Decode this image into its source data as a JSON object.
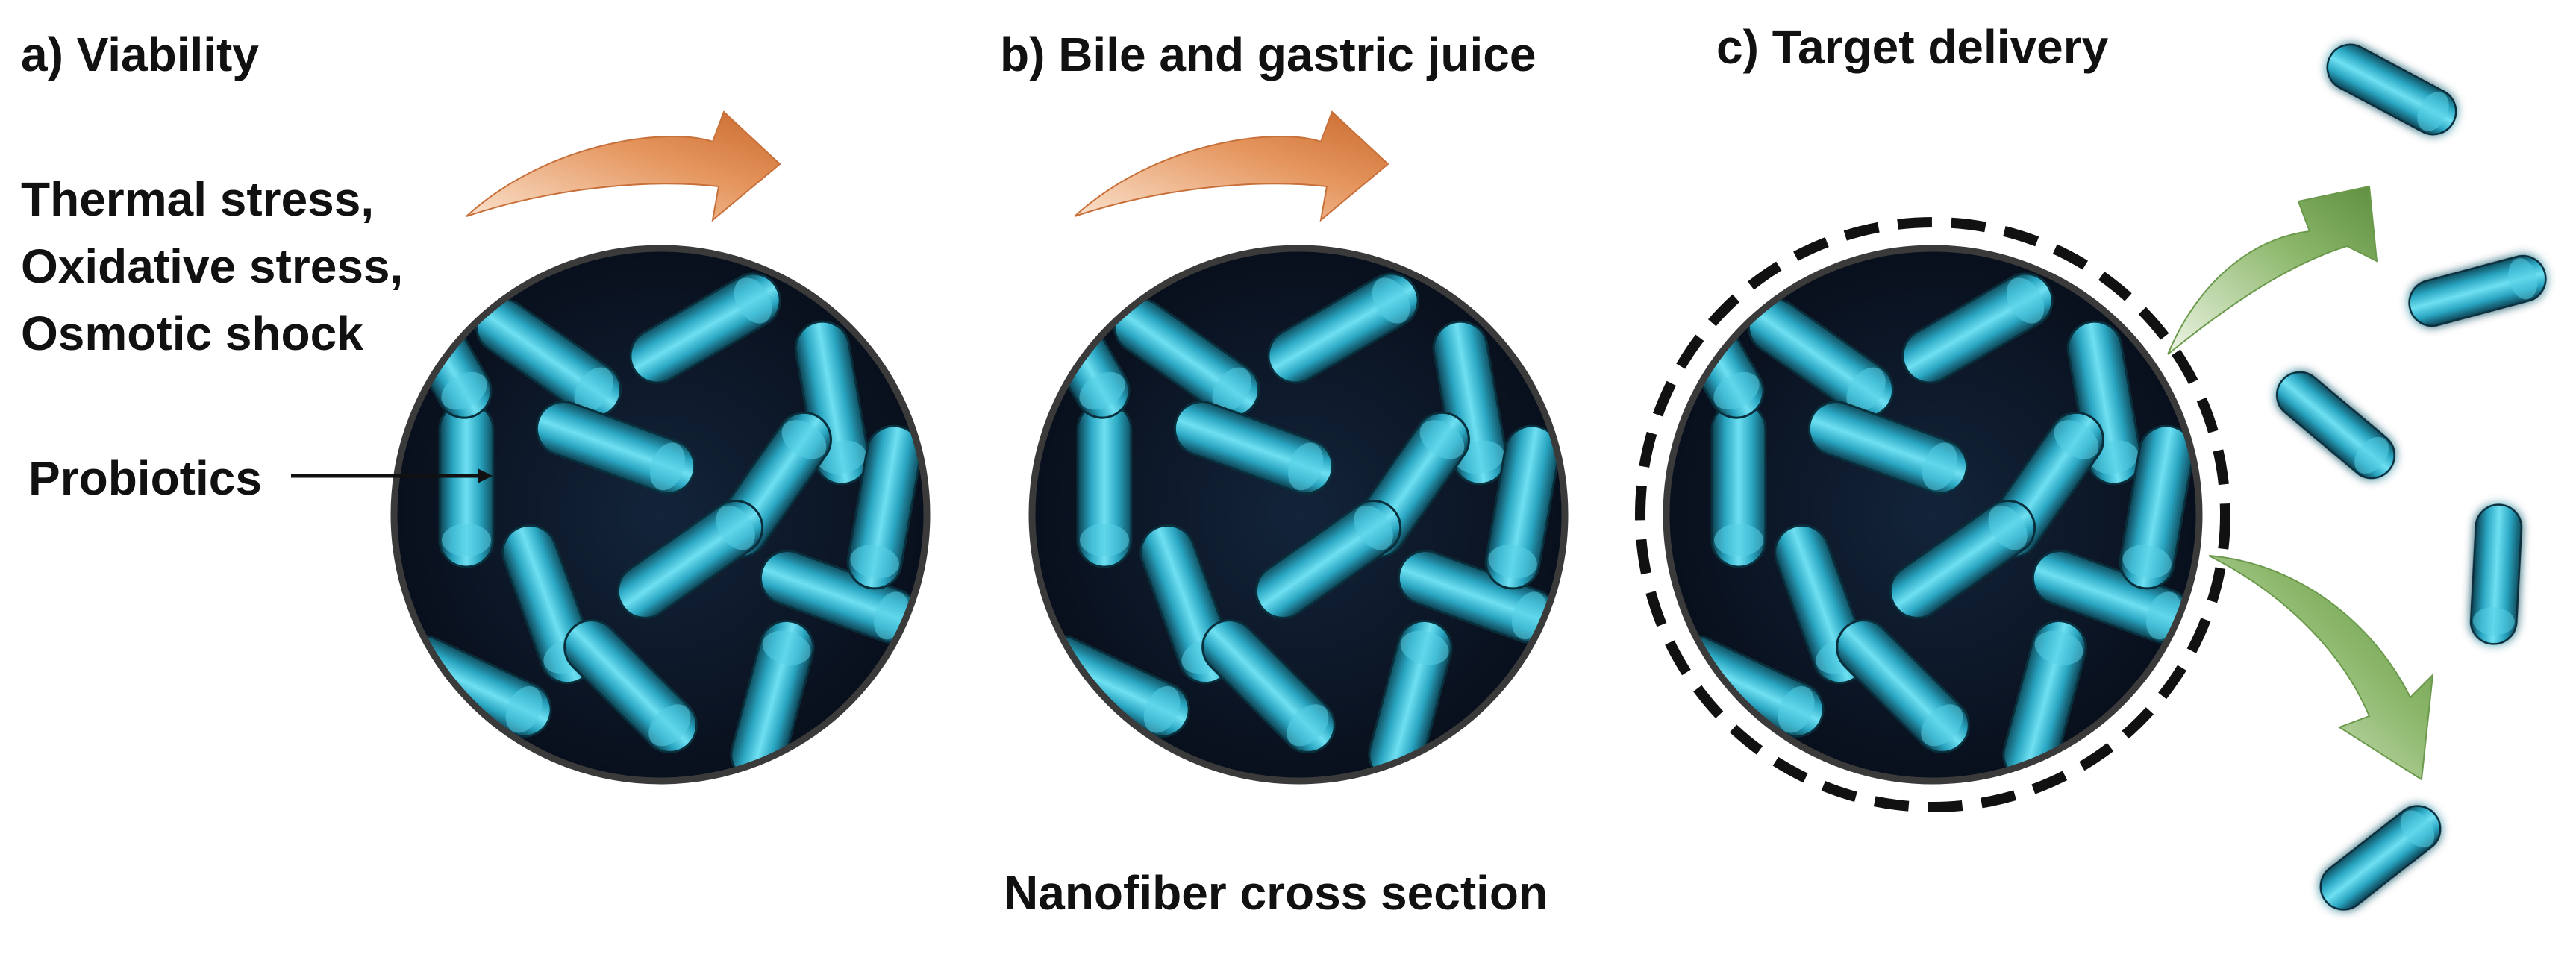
{
  "panels": [
    {
      "id": "a",
      "title": "a)  Viability"
    },
    {
      "id": "b",
      "title": "b) Bile and gastric juice"
    },
    {
      "id": "c",
      "title": "c) Target delivery"
    }
  ],
  "stress_factors": [
    "Thermal stress,",
    "Oxidative stress,",
    "Osmotic shock"
  ],
  "probiotics_label": "Probiotics",
  "caption": "Nanofiber cross section",
  "colors": {
    "bacteria_cyan": "#3fc3dc",
    "bacteria_dark": "#0e4a5c",
    "background_dark": "#0a1020",
    "stress_arrow": "#d9834a",
    "release_arrow": "#7aa85a",
    "outline": "#3a3a3a"
  }
}
